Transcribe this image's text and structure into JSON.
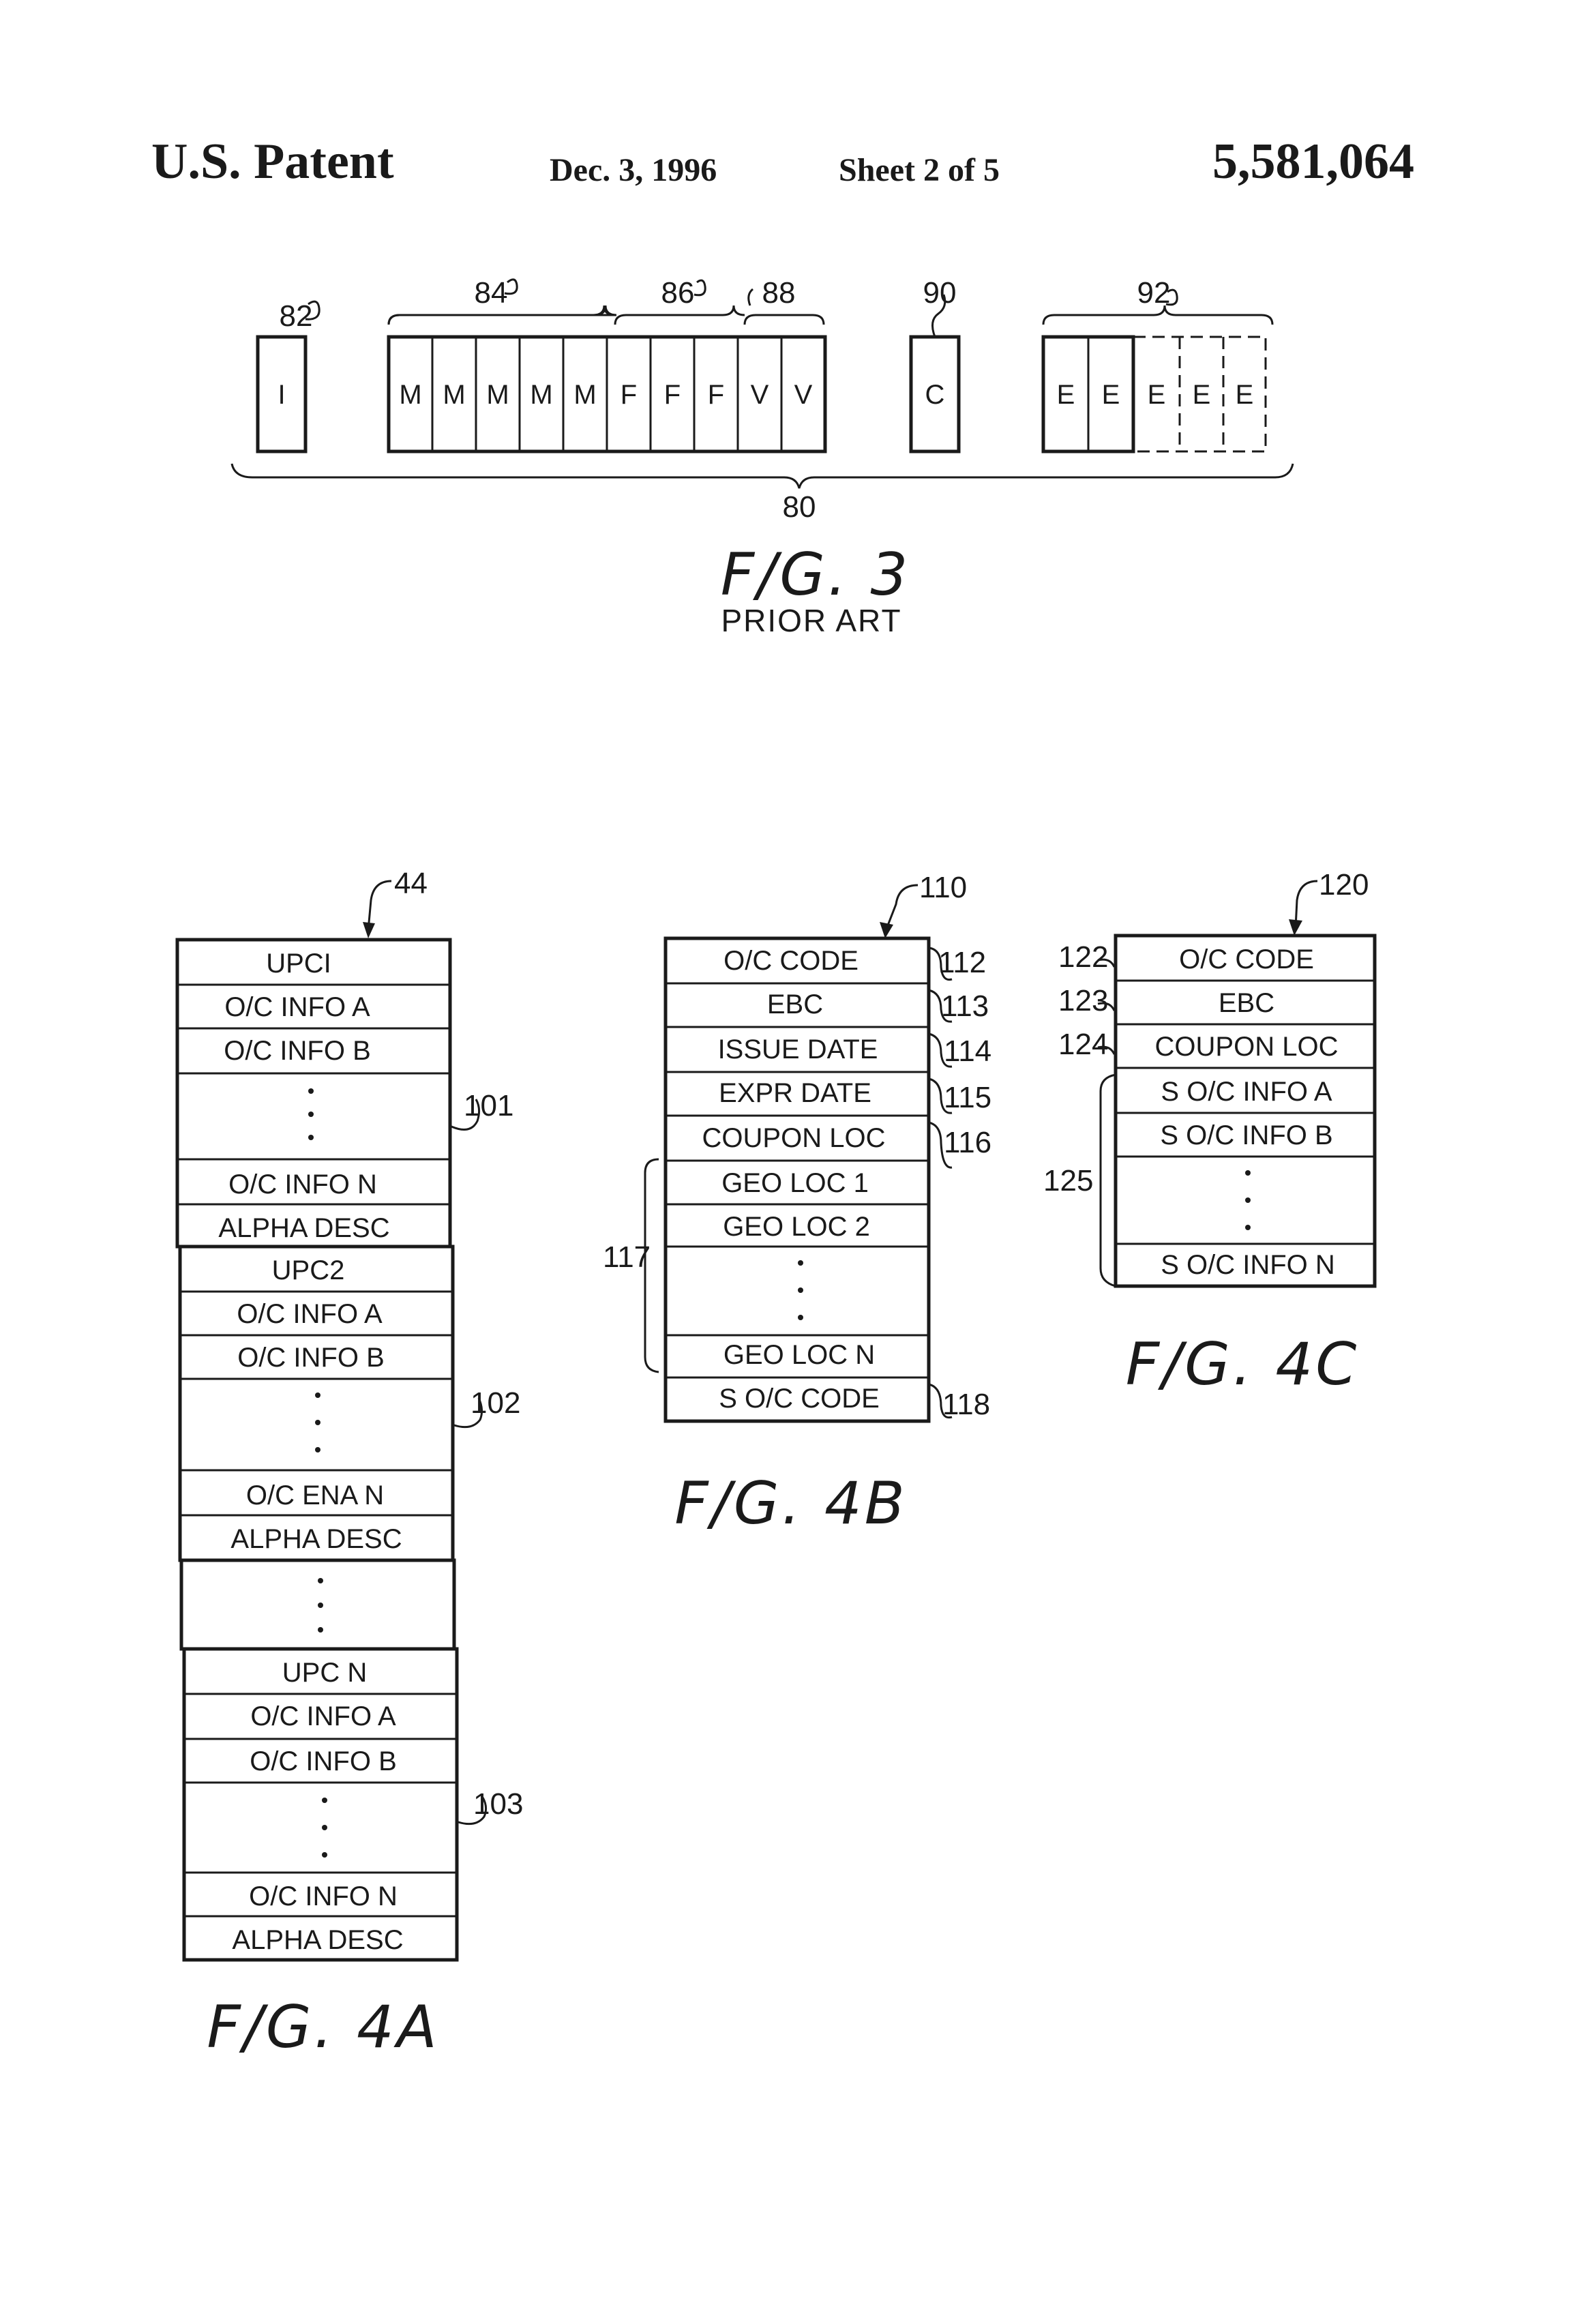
{
  "header": {
    "title": "U.S. Patent",
    "date": "Dec. 3, 1996",
    "sheet": "Sheet 2 of 5",
    "patent_number": "5,581,064"
  },
  "fig3": {
    "caption": "F/G. 3",
    "subcaption": "PRIOR ART",
    "cells": [
      "I",
      "M",
      "M",
      "M",
      "M",
      "M",
      "F",
      "F",
      "F",
      "V",
      "V",
      "C",
      "E",
      "E",
      "E",
      "E",
      "E"
    ],
    "refs": [
      "82",
      "84",
      "86",
      "88",
      "90",
      "92",
      "80"
    ]
  },
  "fig4a": {
    "caption": "F/G. 4A",
    "ref_main": "44",
    "rows": [
      "UPCI",
      "O/C INFO A",
      "O/C INFO B",
      "O/C INFO N",
      "ALPHA DESC",
      "UPC2",
      "O/C INFO A",
      "O/C INFO B",
      "O/C ENA N",
      "ALPHA DESC",
      "UPC N",
      "O/C INFO A",
      "O/C INFO B",
      "O/C INFO N",
      "ALPHA DESC"
    ],
    "refs": [
      "101",
      "102",
      "103"
    ]
  },
  "fig4b": {
    "caption": "F/G. 4B",
    "ref_main": "110",
    "rows": [
      "O/C CODE",
      "EBC",
      "ISSUE DATE",
      "EXPR DATE",
      "COUPON LOC",
      "GEO LOC 1",
      "GEO LOC 2",
      "GEO LOC N",
      "S O/C CODE"
    ],
    "refs": [
      "112",
      "113",
      "114",
      "115",
      "116",
      "117",
      "118"
    ]
  },
  "fig4c": {
    "caption": "F/G. 4C",
    "ref_main": "120",
    "rows": [
      "O/C CODE",
      "EBC",
      "COUPON LOC",
      "S O/C INFO A",
      "S O/C INFO B",
      "S O/C INFO N"
    ],
    "refs": [
      "122",
      "123",
      "124",
      "125"
    ]
  }
}
